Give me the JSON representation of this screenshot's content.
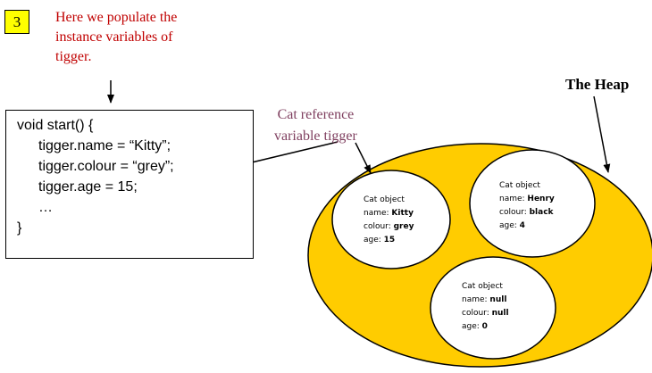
{
  "step": {
    "number": "3"
  },
  "caption": {
    "lines": [
      "Here we populate the",
      "instance variables of",
      "tigger."
    ]
  },
  "code": {
    "lines": [
      "void start() {",
      "tigger.name = “Kitty”;",
      "tigger.colour = “grey”;",
      "tigger.age = 15;",
      "…",
      "}"
    ]
  },
  "reference_label": {
    "line1": "Cat reference",
    "line2_prefix": "variable ",
    "line2_var": "tigger"
  },
  "heap": {
    "title": "The Heap",
    "fill_color": "#ffcc00",
    "objects": [
      {
        "title": "Cat object",
        "name_label": "name: ",
        "name_value": "Kitty",
        "colour_label": "colour: ",
        "colour_value": "grey",
        "age_label": "age: ",
        "age_value": "15"
      },
      {
        "title": "Cat object",
        "name_label": "name: ",
        "name_value": "Henry",
        "colour_label": "colour: ",
        "colour_value": "black",
        "age_label": "age: ",
        "age_value": "4"
      },
      {
        "title": "Cat object",
        "name_label": "name: ",
        "name_value": "null",
        "colour_label": "colour: ",
        "colour_value": "null",
        "age_label": "age: ",
        "age_value": "0"
      }
    ]
  }
}
